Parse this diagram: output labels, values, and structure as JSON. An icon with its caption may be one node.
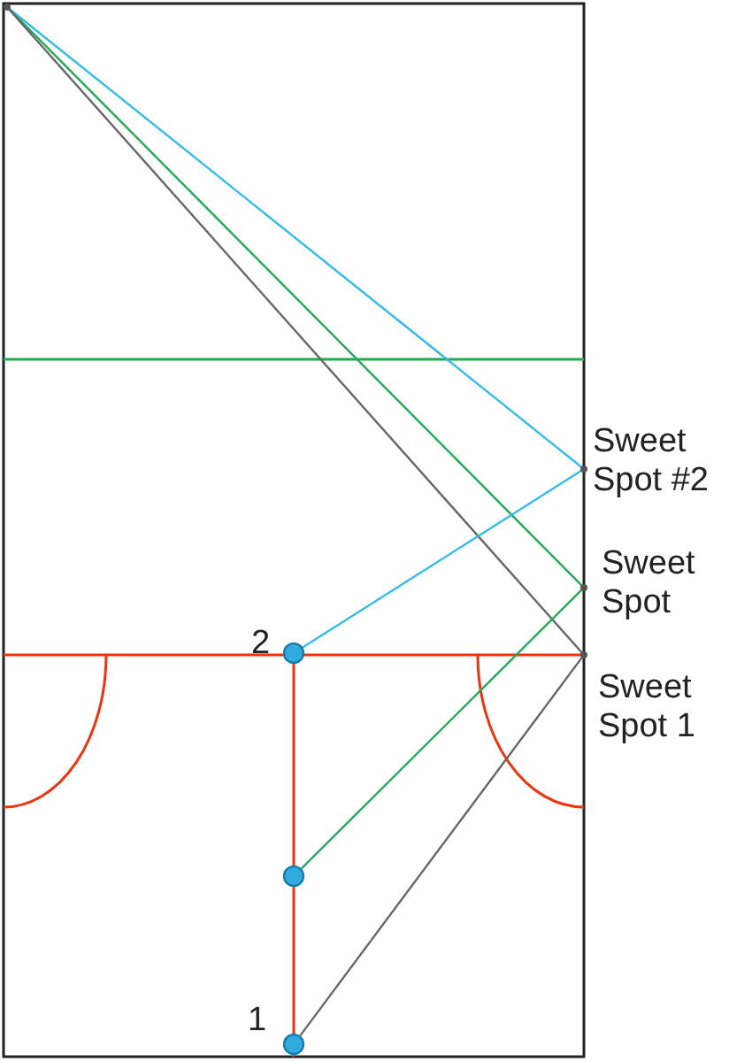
{
  "diagram": {
    "nodes": [
      {
        "text": [],
        "shape": "point"
      },
      {
        "text": [],
        "shape": "point",
        "beside": [
          "Sweet Spot #2"
        ]
      },
      {
        "text": [],
        "shape": "point",
        "beside": [
          "Sweet Spot"
        ]
      },
      {
        "text": [],
        "shape": "point",
        "beside": [
          "Sweet Spot 1"
        ]
      },
      {
        "text": [],
        "shape": "circle",
        "beside": [
          "2"
        ]
      },
      {
        "text": [],
        "shape": "circle"
      },
      {
        "text": [],
        "shape": "circle",
        "beside": [
          "1"
        ]
      }
    ],
    "edges": [
      {
        "from": 0,
        "to": 1,
        "arrow": "none",
        "color": "#33bbee"
      },
      {
        "from": 0,
        "to": 2,
        "arrow": "none",
        "color": "#22aa55"
      },
      {
        "from": 0,
        "to": 3,
        "arrow": "none",
        "color": "#666666"
      },
      {
        "from": 4,
        "to": 1,
        "arrow": "none",
        "color": "#33bbee"
      },
      {
        "from": 5,
        "to": 2,
        "arrow": "none",
        "color": "#22aa55"
      },
      {
        "from": 6,
        "to": 3,
        "arrow": "none",
        "color": "#666666"
      }
    ]
  }
}
